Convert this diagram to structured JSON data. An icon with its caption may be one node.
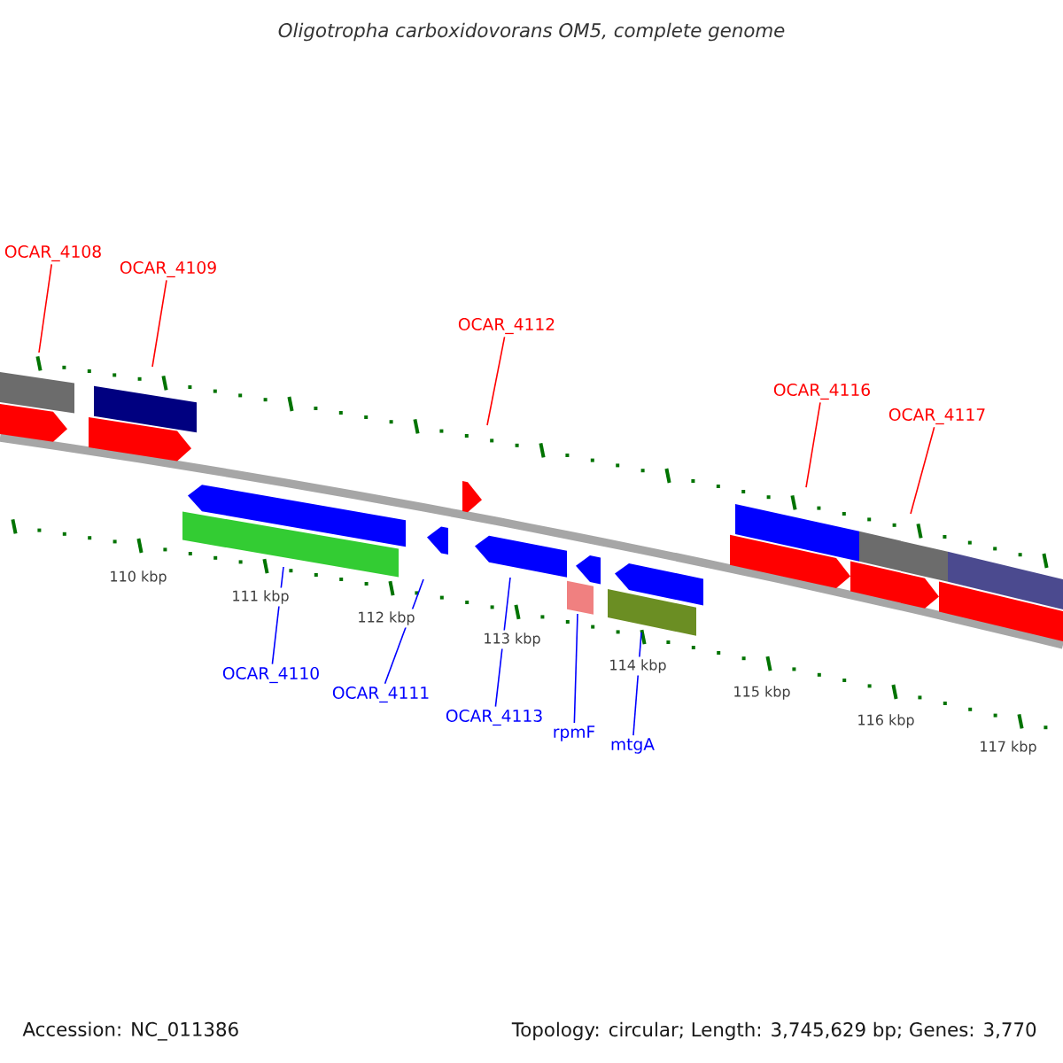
{
  "diagram": {
    "title": "Oligotropha carboxidovorans OM5, complete genome",
    "nodes": [
      {
        "text": [
          "OCAR_4108"
        ]
      },
      {
        "text": [
          "OCAR_4109"
        ]
      },
      {
        "text": [
          "OCAR_4112"
        ]
      },
      {
        "text": [
          "OCAR_4116"
        ]
      },
      {
        "text": [
          "OCAR_4117"
        ]
      },
      {
        "text": [
          "OCAR_4110"
        ]
      },
      {
        "text": [
          "OCAR_4111"
        ]
      },
      {
        "text": [
          "OCAR_4113"
        ]
      },
      {
        "text": [
          "rpmF"
        ]
      },
      {
        "text": [
          "mtgA"
        ]
      }
    ],
    "edges": [
      {
        "from": 0,
        "to": null,
        "arrow": "none",
        "color": "#ff0000"
      },
      {
        "from": 1,
        "to": null,
        "arrow": "none",
        "color": "#ff0000"
      },
      {
        "from": 2,
        "to": null,
        "arrow": "none",
        "color": "#ff0000"
      },
      {
        "from": 3,
        "to": null,
        "arrow": "none",
        "color": "#ff0000"
      },
      {
        "from": 4,
        "to": null,
        "arrow": "none",
        "color": "#ff0000"
      },
      {
        "from": 5,
        "to": null,
        "arrow": "none",
        "color": "#0000ff"
      },
      {
        "from": 6,
        "to": null,
        "arrow": "none",
        "color": "#0000ff"
      },
      {
        "from": 7,
        "to": null,
        "arrow": "none",
        "color": "#0000ff"
      },
      {
        "from": 8,
        "to": null,
        "arrow": "none",
        "color": "#0000ff"
      },
      {
        "from": 9,
        "to": null,
        "arrow": "none",
        "color": "#0000ff"
      }
    ],
    "labels": [
      "110 kbp",
      "111 kbp",
      "112 kbp",
      "113 kbp",
      "114 kbp",
      "115 kbp",
      "116 kbp",
      "117 kbp",
      "Accession: NC_011386",
      "Topology: circular; Length: 3,745,629 bp; Genes: 3,770"
    ]
  }
}
